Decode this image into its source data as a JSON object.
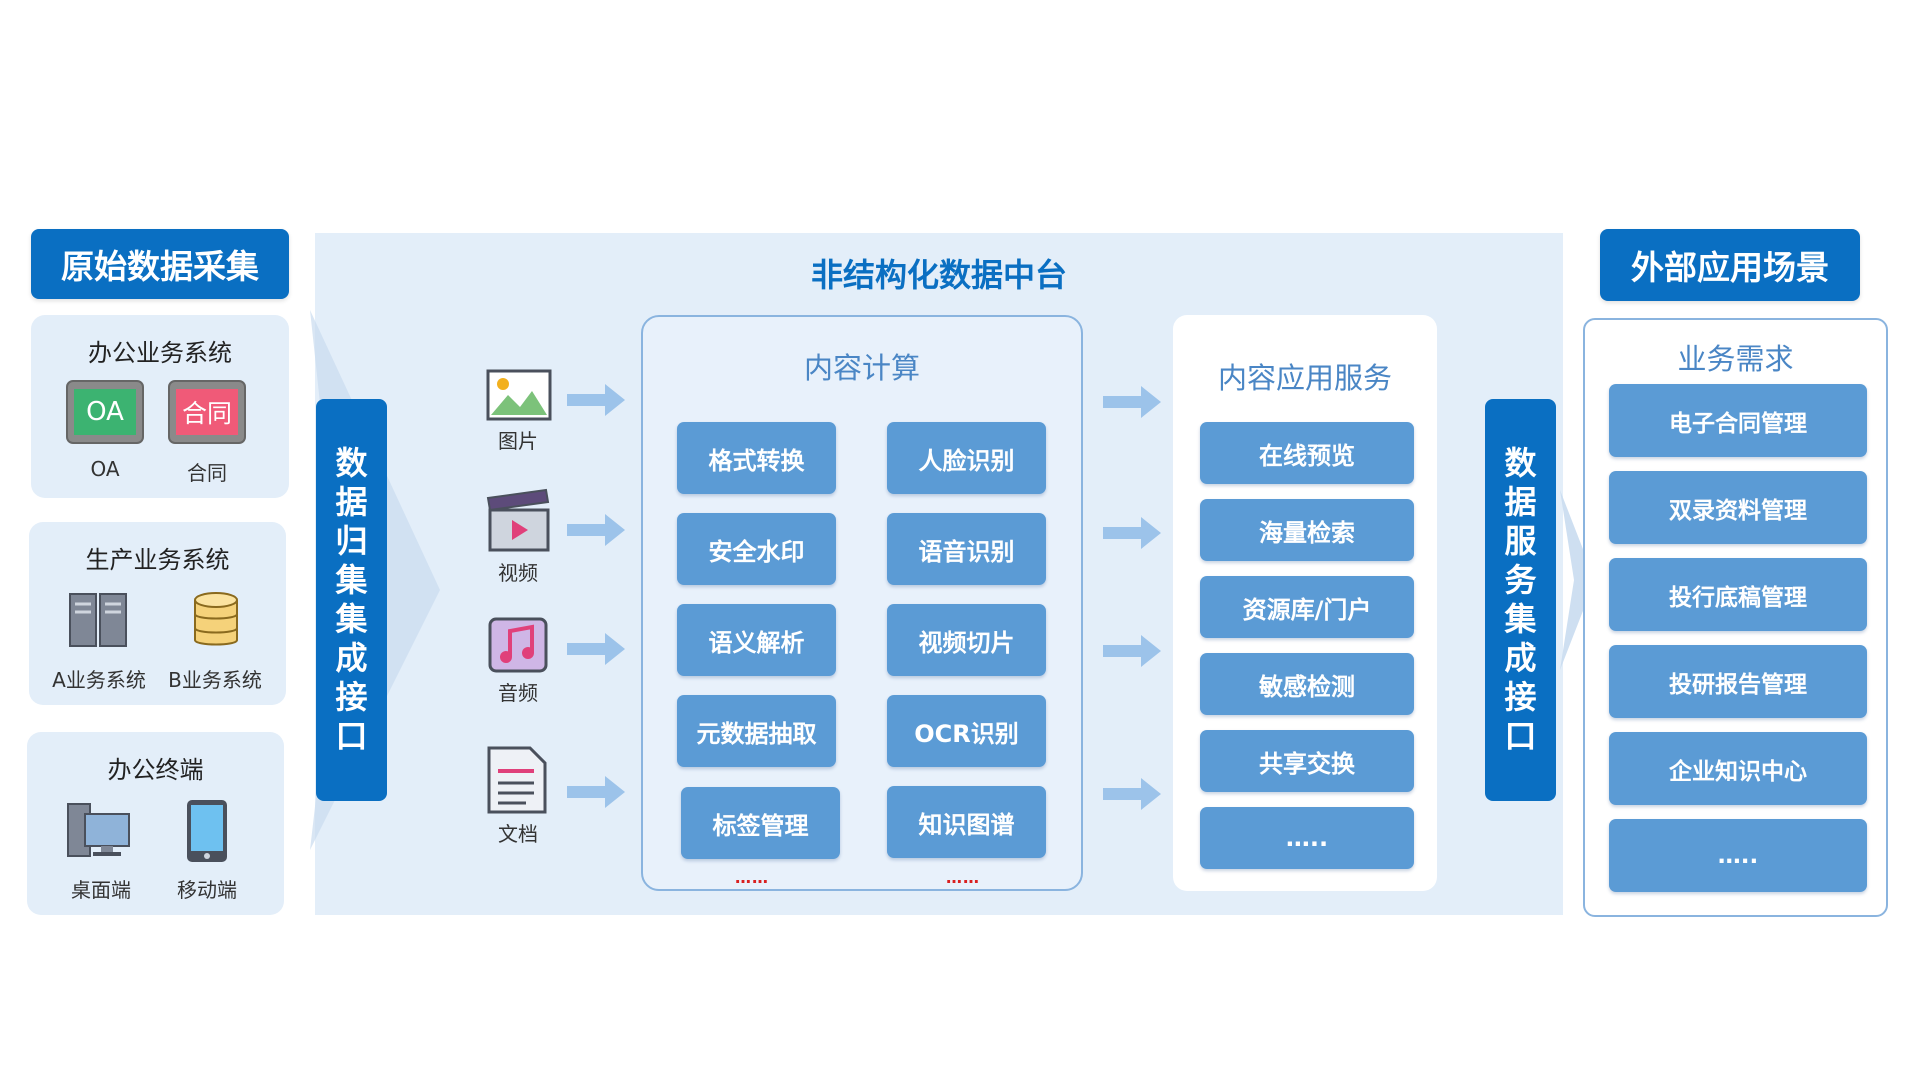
{
  "left": {
    "header": "原始数据采集",
    "office": {
      "title": "办公业务系统",
      "oa_badge": "OA",
      "contract_badge": "合同",
      "oa_label": "OA",
      "contract_label": "合同"
    },
    "production": {
      "title": "生产业务系统",
      "a_label": "A业务系统",
      "b_label": "B业务系统"
    },
    "terminal": {
      "title": "办公终端",
      "desktop_label": "桌面端",
      "mobile_label": "移动端"
    }
  },
  "collect_bar": [
    "数",
    "据",
    "归",
    "集",
    "集",
    "成",
    "接",
    "口"
  ],
  "center": {
    "title": "非结构化数据中台",
    "media": [
      {
        "label": "图片",
        "icon": "image-icon"
      },
      {
        "label": "视频",
        "icon": "video-icon"
      },
      {
        "label": "音频",
        "icon": "audio-icon"
      },
      {
        "label": "文档",
        "icon": "document-icon"
      }
    ],
    "compute": {
      "title": "内容计算",
      "left_items": [
        "格式转换",
        "安全水印",
        "语义解析",
        "元数据抽取",
        "标签管理"
      ],
      "right_items": [
        "人脸识别",
        "语音识别",
        "视频切片",
        "OCR识别",
        "知识图谱"
      ],
      "more": "……"
    },
    "service": {
      "title": "内容应用服务",
      "items": [
        "在线预览",
        "海量检索",
        "资源库/门户",
        "敏感检测",
        "共享交换",
        "….."
      ]
    }
  },
  "service_bar": [
    "数",
    "据",
    "服",
    "务",
    "集",
    "成",
    "接",
    "口"
  ],
  "right": {
    "header": "外部应用场景",
    "group_title": "业务需求",
    "items": [
      "电子合同管理",
      "双录资料管理",
      "投行底稿管理",
      "投研报告管理",
      "企业知识中心",
      "….."
    ]
  },
  "colors": {
    "primary": "#0a6fc2",
    "button": "#5b9bd5",
    "panel": "#e3eef9",
    "title_text": "#4a86c5",
    "accent_red": "#d92020"
  }
}
